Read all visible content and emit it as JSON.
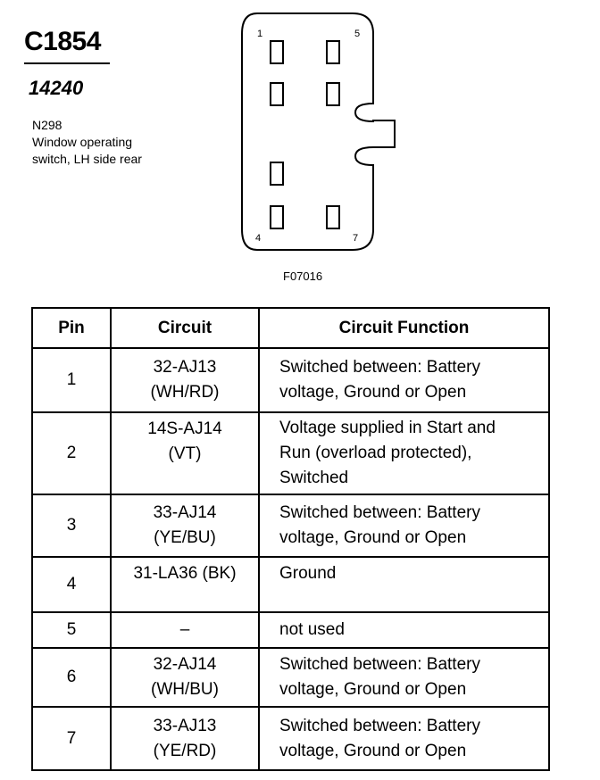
{
  "header": {
    "connector_id": "C1854",
    "part_number": "14240",
    "description_lines": [
      "N298",
      "Window operating",
      "switch, LH side rear"
    ]
  },
  "diagram": {
    "pin_labels": {
      "p1": "1",
      "p5": "5",
      "p4": "4",
      "p7": "7"
    },
    "figure_code": "F07016"
  },
  "table": {
    "headers": {
      "pin": "Pin",
      "circuit": "Circuit",
      "function": "Circuit Function"
    },
    "rows": [
      {
        "pin": "1",
        "circuit_1": "32-AJ13",
        "circuit_2": "(WH/RD)",
        "func_1": "Switched between: Battery",
        "func_2": "voltage, Ground or Open",
        "func_3": ""
      },
      {
        "pin": "2",
        "circuit_1": "14S-AJ14",
        "circuit_2": "(VT)",
        "func_1": "Voltage supplied in Start and",
        "func_2": "Run (overload protected),",
        "func_3": "Switched"
      },
      {
        "pin": "3",
        "circuit_1": "33-AJ14",
        "circuit_2": "(YE/BU)",
        "func_1": "Switched between: Battery",
        "func_2": "voltage, Ground or Open",
        "func_3": ""
      },
      {
        "pin": "4",
        "circuit_1": "31-LA36 (BK)",
        "circuit_2": "",
        "func_1": "Ground",
        "func_2": "",
        "func_3": ""
      },
      {
        "pin": "5",
        "circuit_1": "–",
        "circuit_2": "",
        "func_1": "not used",
        "func_2": "",
        "func_3": ""
      },
      {
        "pin": "6",
        "circuit_1": "32-AJ14",
        "circuit_2": "(WH/BU)",
        "func_1": "Switched between: Battery",
        "func_2": "voltage, Ground or Open",
        "func_3": ""
      },
      {
        "pin": "7",
        "circuit_1": "33-AJ13",
        "circuit_2": "(YE/RD)",
        "func_1": "Switched between: Battery",
        "func_2": "voltage, Ground or Open",
        "func_3": ""
      }
    ]
  }
}
